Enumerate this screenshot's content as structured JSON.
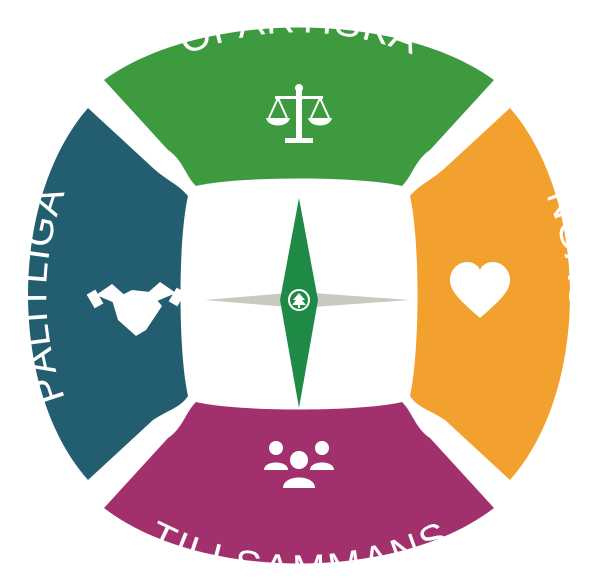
{
  "segments": {
    "top": {
      "label": "OPARTISKA",
      "color": "#3d9a3e",
      "icon": "scales-icon"
    },
    "right": {
      "label": "ENGAGERADE",
      "color": "#f2a12f",
      "icon": "heart-icon"
    },
    "bottom": {
      "label": "TILLSAMMANS",
      "color": "#a2306d",
      "icon": "people-group-icon"
    },
    "left": {
      "label": "PÅLITLIGA",
      "color": "#235e70",
      "icon": "handshake-icon"
    }
  },
  "center": {
    "icon": "tree-logo-icon",
    "needle_color": "#1f8a46",
    "cross_color": "#c9c9c0"
  }
}
